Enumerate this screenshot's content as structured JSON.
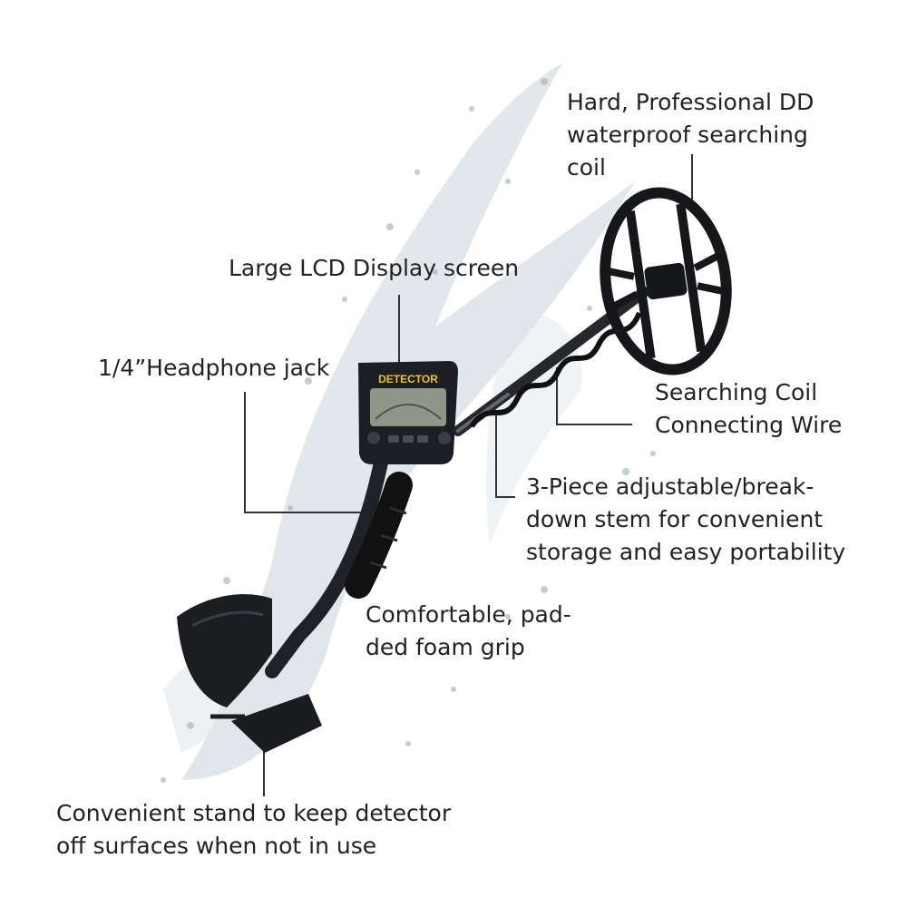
{
  "product": {
    "screen_brand": "DETECTOR"
  },
  "callouts": {
    "coil": [
      "Hard, Professional DD",
      "waterproof searching",
      "coil"
    ],
    "lcd": [
      "Large LCD Display screen"
    ],
    "headphone": [
      "1/4”Headphone jack"
    ],
    "wire": [
      "Searching Coil",
      "Connecting Wire"
    ],
    "stem": [
      "3-Piece adjustable/break-",
      "down stem for convenient",
      "storage and easy portability"
    ],
    "grip": [
      "Comfortable, pad-",
      "ded foam grip"
    ],
    "stand": [
      "Convenient stand to keep detector",
      "off surfaces when not in use"
    ]
  },
  "colors": {
    "text": "#222222",
    "detector_body": "#1c1e24",
    "screen": "#8f9688",
    "brand_text": "#e9c22a",
    "water": "#b9c6cf"
  }
}
